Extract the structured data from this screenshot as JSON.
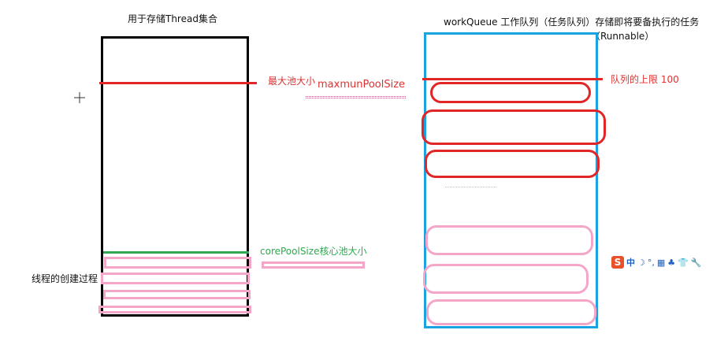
{
  "thread_section": {
    "title": "用于存储Thread集合",
    "max_label": "最大池大小",
    "max_param": "maxmunPoolSize",
    "core_label": "corePoolSize核心池大小",
    "create_label": "线程的创建过程"
  },
  "queue_section": {
    "title_line1": "workQueue 工作队列（任务队列）存储即将要备执行的任务",
    "title_line2": "（Runnable）",
    "limit_label": "队列的上限 100"
  },
  "ime_toolbar": {
    "logo": "S",
    "mode": "中",
    "glyphs": [
      "☽",
      "°,",
      "▦",
      "♣",
      "👕",
      "🔧"
    ]
  },
  "colors": {
    "thread_border": "#000000",
    "queue_border": "#1aa3e0",
    "max_line": "#e02626",
    "core_line": "#2fa84f",
    "pending": "#f4a6c9"
  }
}
